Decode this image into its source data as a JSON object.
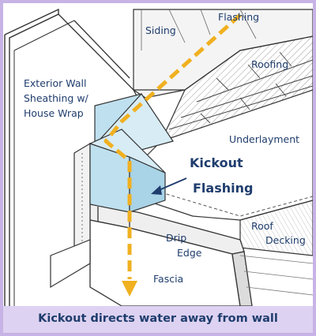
{
  "labels": {
    "siding": "Siding",
    "flashing": "Flashing",
    "roofing": "Roofing",
    "exterior_wall_line1": "Exterior Wall",
    "exterior_wall_line2": "Sheathing w/",
    "exterior_wall_line3": "House Wrap",
    "underlayment": "Underlayment",
    "kickout_line1": "Kickout",
    "kickout_line2": "Flashing",
    "drip_line1": "Drip",
    "drip_line2": "Edge",
    "roof_decking_line1": "Roof",
    "roof_decking_line2": "Decking",
    "fascia": "Fascia"
  },
  "caption": "Kickout directs water away from wall",
  "colors": {
    "frame_border": "#c7b3e6",
    "caption_band": "#ddd2f1",
    "label_text": "#1f3d6d",
    "flashing_fill": "#bfe0ef",
    "water_arrow": "#f0b020",
    "line_art": "#333333"
  }
}
